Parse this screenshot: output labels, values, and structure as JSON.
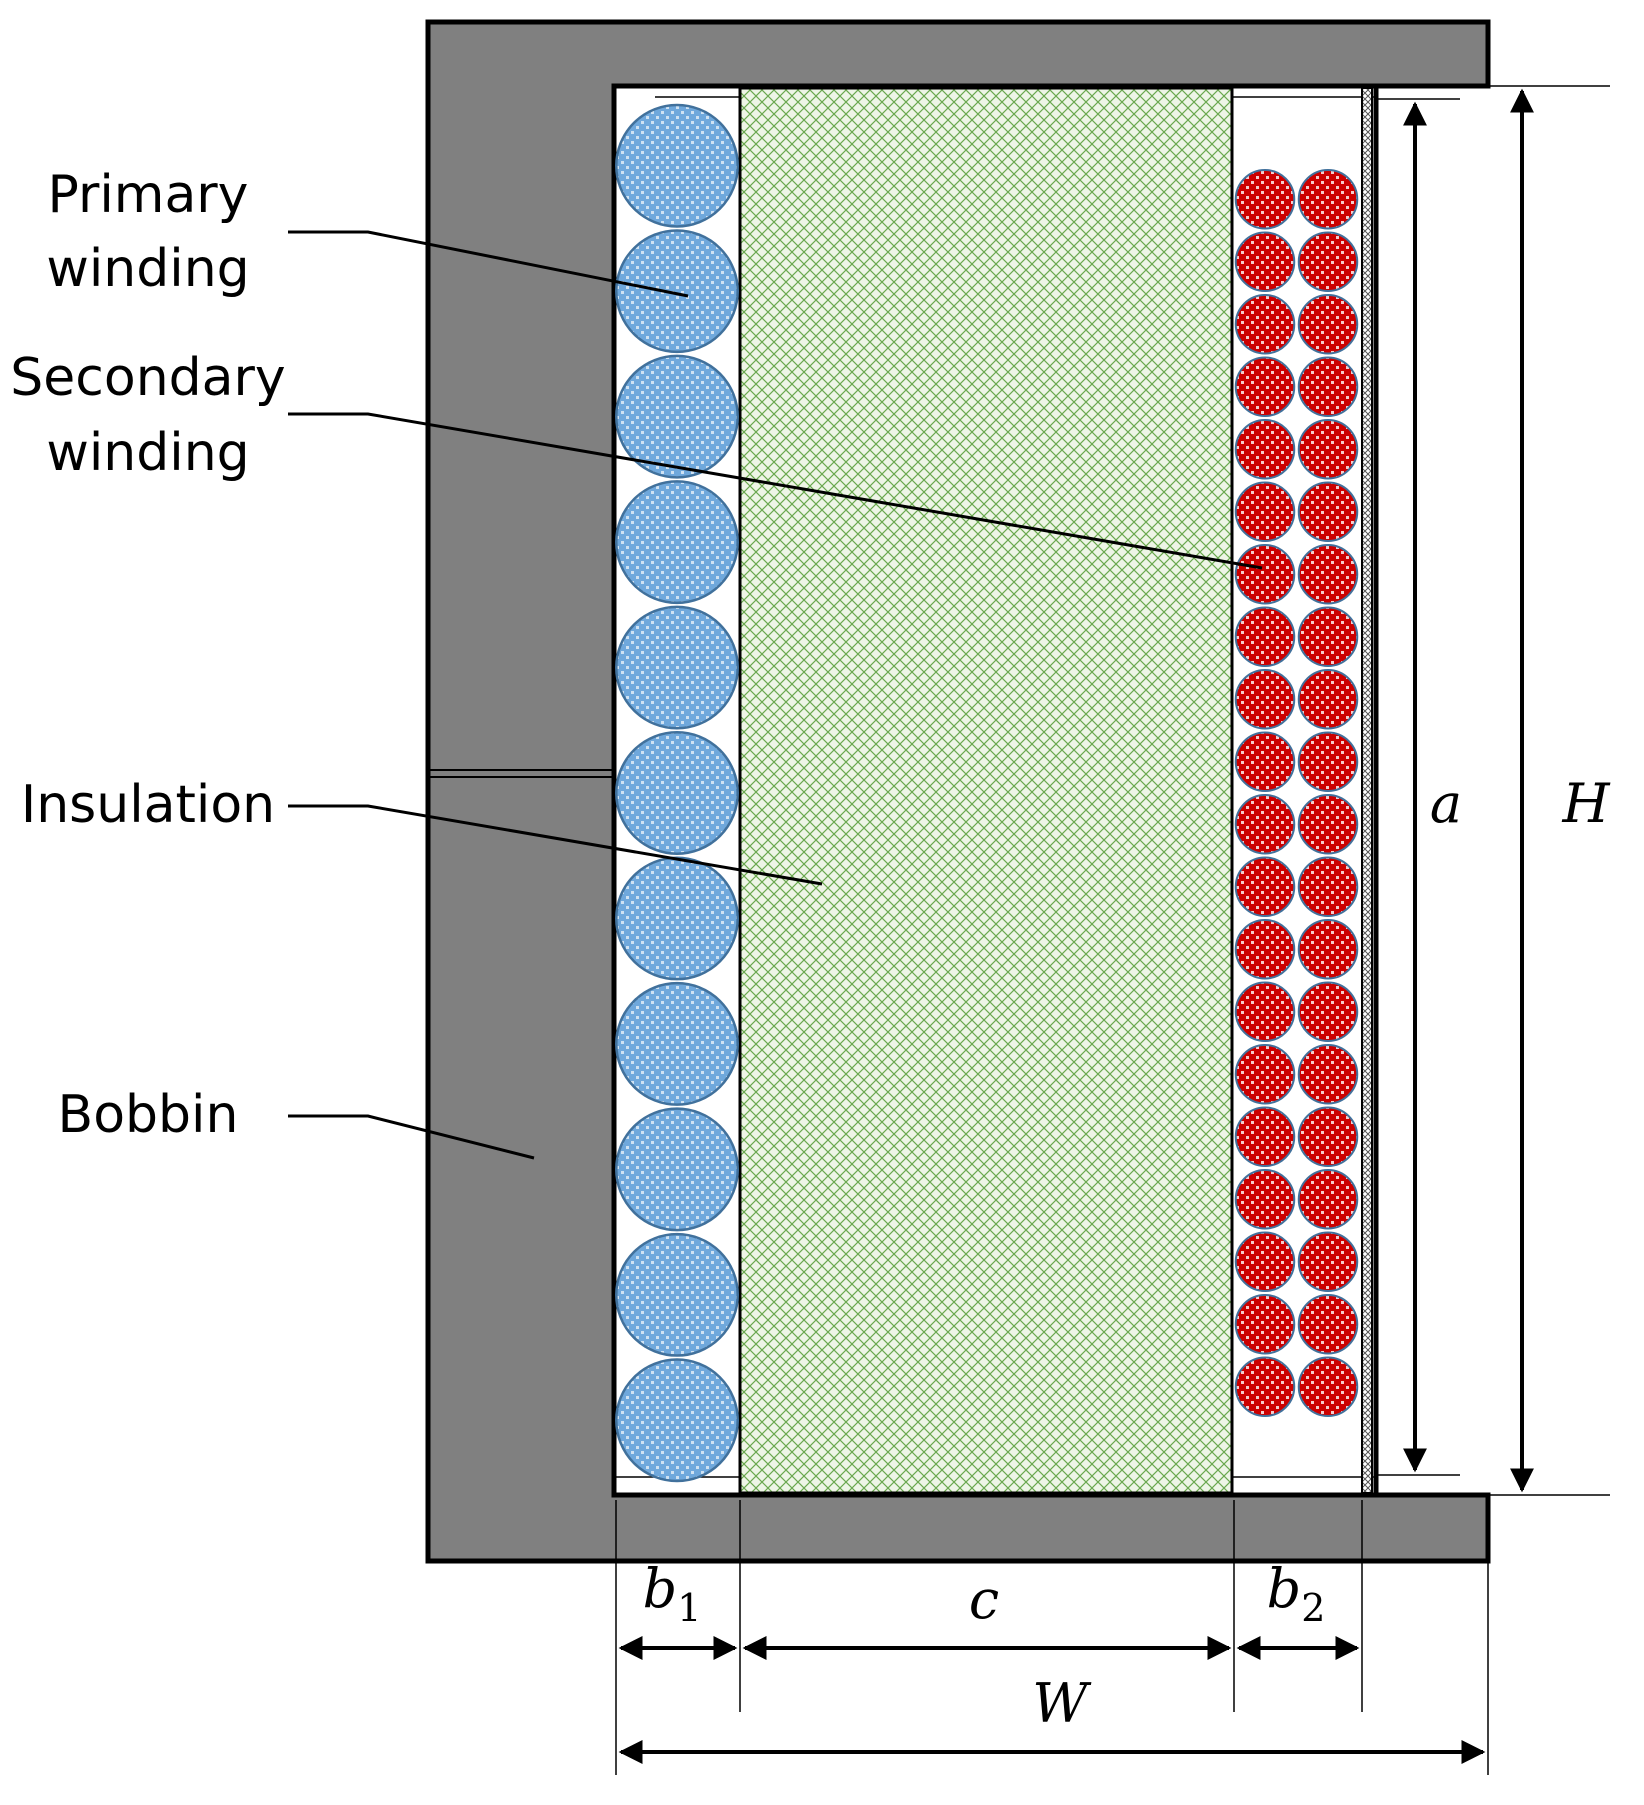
{
  "labels": {
    "primary": [
      "Primary",
      "winding"
    ],
    "secondary": [
      "Secondary",
      "winding"
    ],
    "insulation": "Insulation",
    "bobbin": "Bobbin"
  },
  "dimensions": {
    "b1": {
      "base": "b",
      "sub": "1"
    },
    "c": "c",
    "b2": {
      "base": "b",
      "sub": "2"
    },
    "W": "W",
    "a": "a",
    "H": "H"
  },
  "winding_counts": {
    "primary_turns": 11,
    "secondary_layers": 2,
    "secondary_turns_per_layer": 20
  },
  "colors": {
    "bobbin": "#808080",
    "primary_fill": "#5b9bd5",
    "secondary_fill": "#c00000",
    "insulation_fill": "#e2efda",
    "insulation_hatch": "#70ad47"
  }
}
